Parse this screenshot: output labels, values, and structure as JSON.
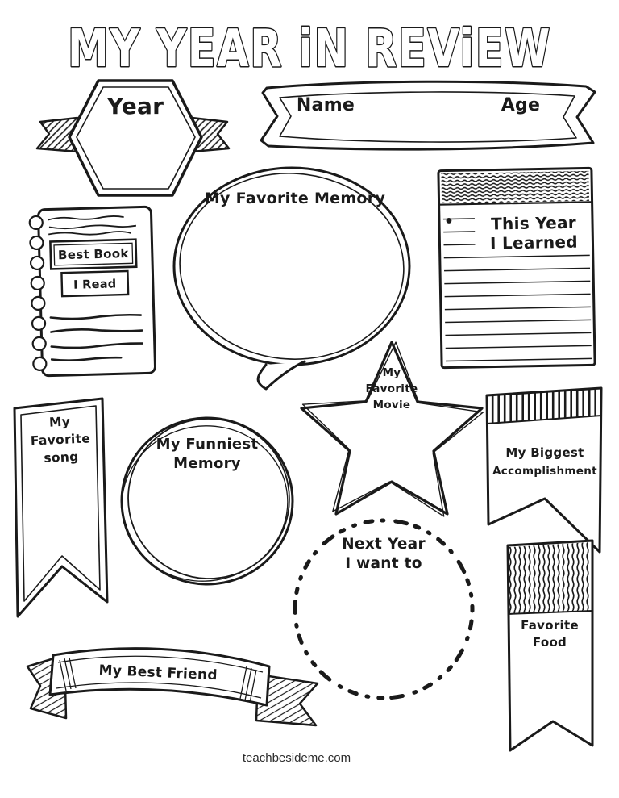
{
  "page": {
    "title": "MY YEAR iN REViEW",
    "footer": "teachbesideme.com"
  },
  "colors": {
    "ink": "#1a1a1a",
    "paper": "#ffffff"
  },
  "fields": {
    "year": {
      "label": "Year"
    },
    "name": {
      "label": "Name"
    },
    "age": {
      "label": "Age"
    },
    "best_book": {
      "line1": "Best Book",
      "line2": "I Read"
    },
    "favorite_memory": {
      "label": "My Favorite Memory"
    },
    "this_year_learned": {
      "line1": "This Year",
      "line2": "I Learned"
    },
    "favorite_song": {
      "line1": "My",
      "line2": "Favorite",
      "line3": "song"
    },
    "funniest_memory": {
      "line1": "My Funniest",
      "line2": "Memory"
    },
    "favorite_movie": {
      "line1": "My",
      "line2": "Favorite",
      "line3": "Movie"
    },
    "biggest_accomplishment": {
      "line1": "My Biggest",
      "line2": "Accomplishment"
    },
    "next_year": {
      "line1": "Next Year",
      "line2": "I want to"
    },
    "favorite_food": {
      "line1": "Favorite",
      "line2": "Food"
    },
    "best_friend": {
      "label": "My Best Friend"
    }
  }
}
